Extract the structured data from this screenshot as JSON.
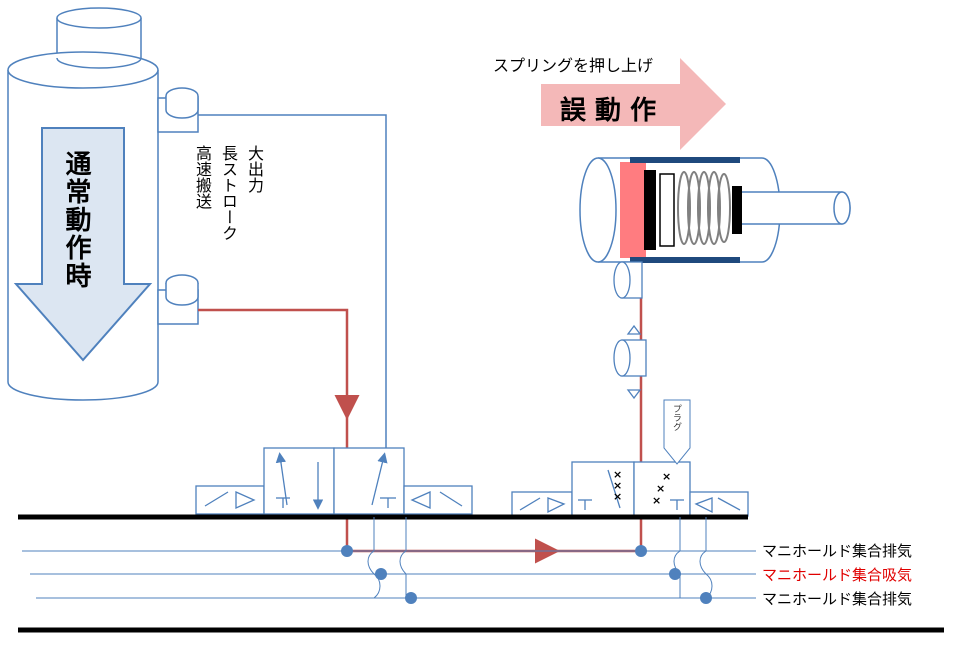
{
  "left_cylinder": {
    "arrow_label": "通常動作時",
    "side_note": [
      "大出力",
      "長ストローク",
      "高速搬送"
    ]
  },
  "right_cylinder": {
    "caption": "スプリングを押し上げ",
    "arrow_label": "誤 動 作",
    "plug_label": "プラグ"
  },
  "manifold_lines": [
    {
      "label": "マニホールド集合排気",
      "color": "#000000"
    },
    {
      "label": "マニホールド集合吸気",
      "color": "#e00000"
    },
    {
      "label": "マニホールド集合排気",
      "color": "#000000"
    }
  ],
  "colors": {
    "flow_red": "#c0504d",
    "line_blue": "#4f81bd",
    "arrow_fill": "#dce6f2",
    "pink": "#f4b8b8",
    "piston_red": "#ff7c80"
  }
}
